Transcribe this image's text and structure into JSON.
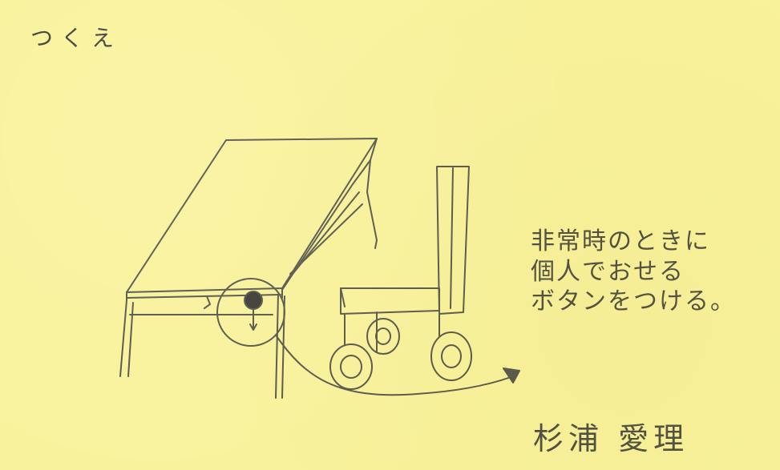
{
  "note": {
    "title": "つくえ",
    "message_lines": [
      "非常時のときに",
      "個人でおせる",
      "ボタンをつける。"
    ],
    "author": "杉浦 愛理",
    "paper_color": "#f9f29b",
    "pencil_color": "#4b4b3e"
  },
  "drawing": {
    "subject": "desk-with-button-and-chair"
  }
}
